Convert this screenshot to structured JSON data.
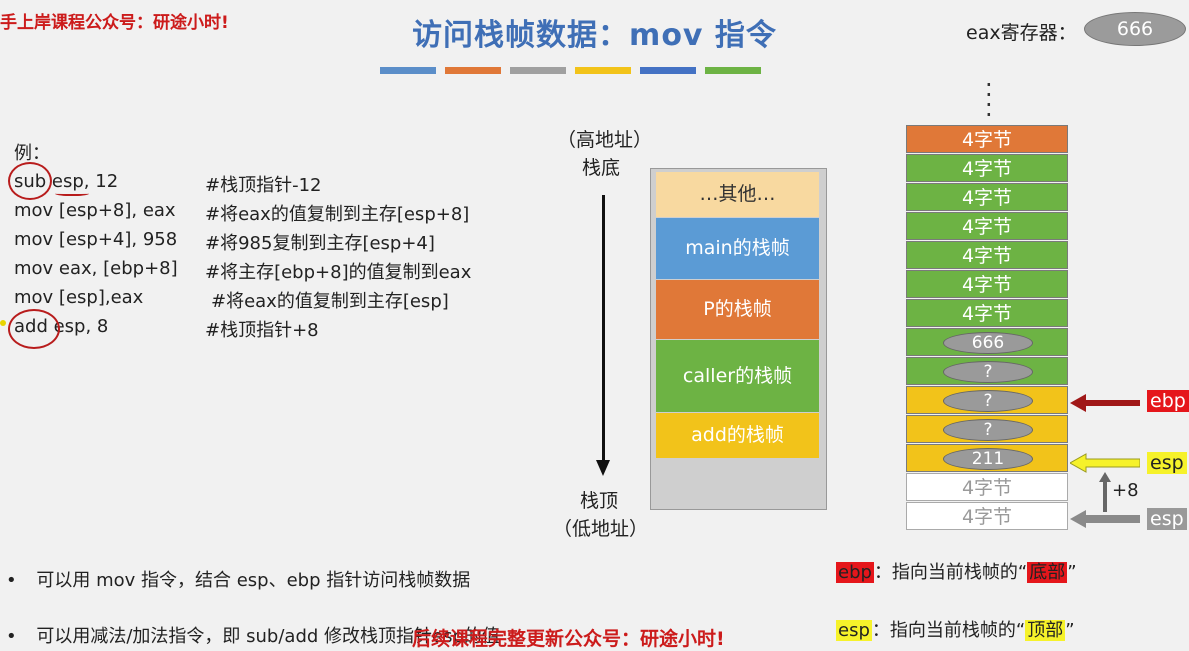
{
  "watermark_top": "手上岸课程公众号：研途小时!",
  "watermark_bottom": "后续课程完整更新公众号：研途小时!",
  "title": "访问栈帧数据：mov 指令",
  "title_bar_colors": [
    "#5b8ec9",
    "#e07838",
    "#a0a0a0",
    "#f2c31a",
    "#4472c4",
    "#6db344"
  ],
  "eax_register": {
    "label": "eax寄存器：",
    "value": "666"
  },
  "example_label": "例：",
  "code_lines": [
    {
      "instr": "sub esp, 12",
      "comment": "#栈顶指针-12"
    },
    {
      "instr": "mov [esp+8], eax",
      "comment": "#将eax的值复制到主存[esp+8]"
    },
    {
      "instr": "mov [esp+4], 958",
      "comment": "#将985复制到主存[esp+4]"
    },
    {
      "instr": "mov eax, [ebp+8]",
      "comment": "#将主存[ebp+8]的值复制到eax"
    },
    {
      "instr": "mov [esp],eax",
      "comment": "#将eax的值复制到主存[esp]"
    },
    {
      "instr": "add esp, 8",
      "comment": "#栈顶指针+8"
    }
  ],
  "stack_axis": {
    "high_label": "（高地址）",
    "bottom_label": "栈底",
    "top_label": "栈顶",
    "low_label": "（低地址）"
  },
  "stack_frames": [
    {
      "label": "…其他…",
      "color": "#f8d9a0",
      "text_color": "#333"
    },
    {
      "label": "main的栈帧",
      "color": "#5b9bd5",
      "text_color": "#fff"
    },
    {
      "label": "P的栈帧",
      "color": "#e07838",
      "text_color": "#fff"
    },
    {
      "label": "caller的栈帧",
      "color": "#6db344",
      "text_color": "#fff"
    },
    {
      "label": "add的栈帧",
      "color": "#f2c31a",
      "text_color": "#fff"
    }
  ],
  "memory_cells": [
    {
      "text": "4字节",
      "kind": "text",
      "color": "#e07838"
    },
    {
      "text": "4字节",
      "kind": "text",
      "color": "#6db344"
    },
    {
      "text": "4字节",
      "kind": "text",
      "color": "#6db344"
    },
    {
      "text": "4字节",
      "kind": "text",
      "color": "#6db344"
    },
    {
      "text": "4字节",
      "kind": "text",
      "color": "#6db344"
    },
    {
      "text": "4字节",
      "kind": "text",
      "color": "#6db344"
    },
    {
      "text": "4字节",
      "kind": "text",
      "color": "#6db344"
    },
    {
      "text": "666",
      "kind": "oval",
      "color": "#6db344"
    },
    {
      "text": "?",
      "kind": "oval",
      "color": "#6db344"
    },
    {
      "text": "?",
      "kind": "oval",
      "color": "#f2c31a"
    },
    {
      "text": "?",
      "kind": "oval",
      "color": "#f2c31a"
    },
    {
      "text": "211",
      "kind": "oval",
      "color": "#f2c31a"
    },
    {
      "text": "4字节",
      "kind": "text",
      "color": "#ffffff"
    },
    {
      "text": "4字节",
      "kind": "text",
      "color": "#ffffff"
    }
  ],
  "pointers": {
    "ebp": "ebp",
    "esp_new": "esp",
    "offset": "+8",
    "esp_old": "esp"
  },
  "bullets": [
    "可以用 mov 指令，结合 esp、ebp 指针访问栈帧数据",
    "可以用减法/加法指令，即 sub/add 修改栈顶指针esp的值"
  ],
  "legend": [
    {
      "tag": "ebp",
      "text_before": "：指向当前栈帧的“",
      "highlight": "底部",
      "text_after": "”",
      "color": "#e5161b"
    },
    {
      "tag": "esp",
      "text_before": "：指向当前栈帧的“",
      "highlight": "顶部",
      "text_after": "”",
      "color": "#f6f22a"
    }
  ]
}
